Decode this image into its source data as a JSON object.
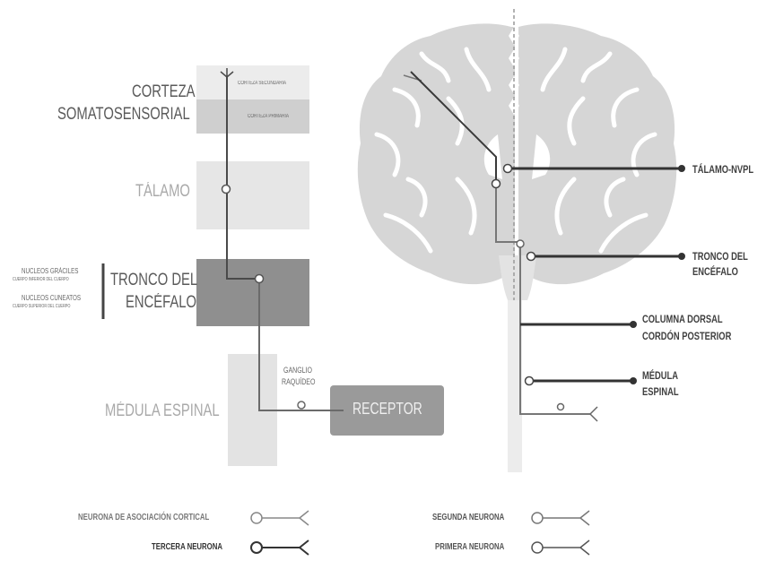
{
  "left_labels": {
    "corteza_1": "CORTEZA",
    "corteza_2": "SOMATOSENSORIAL",
    "corteza_secundaria": "CORTEZA SECUNDARIA",
    "corteza_primaria": "CORTEZA PRIMARIA",
    "talamo": "TÁLAMO",
    "tronco_1": "TRONCO DEL",
    "tronco_2": "ENCÉFALO",
    "nucleos_1": "NUCLEOS GRÁCILES",
    "nucleos_1_sub": "CUERPO INFERIOR DEL CUERPO",
    "nucleos_2": "NUCLEOS CUNEATOS",
    "nucleos_2_sub": "CUERPO SUPERIOR DEL CUERPO",
    "medula": "MÉDULA ESPINAL",
    "ganglio_1": "GANGLIO",
    "ganglio_2": "RAQUÍDEO",
    "receptor": "RECEPTOR"
  },
  "right_labels": {
    "talamo_nvpl": "TÁLAMO-NVPL",
    "tronco_1": "TRONCO DEL",
    "tronco_2": "ENCÉFALO",
    "columna_1": "COLUMNA DORSAL",
    "columna_2": "CORDÓN POSTERIOR",
    "medula_1": "MÉDULA",
    "medula_2": "ESPINAL"
  },
  "legend": {
    "asociacion": "NEURONA DE ASOCIACIÓN CORTICAL",
    "tercera": "TERCERA NEURONA",
    "segunda": "SEGUNDA NEURONA",
    "primera": "PRIMERA NEURONA"
  },
  "colors": {
    "box_light": "#e6e6e6",
    "box_mid": "#c6c6c6",
    "box_dark": "#8a8a8a",
    "brain_fill": "#d9d9d9",
    "brain_stroke": "#ffffff",
    "line_dark": "#3a3a3a",
    "line_mid": "#6e6e6e",
    "line_light": "#9a9a9a"
  }
}
